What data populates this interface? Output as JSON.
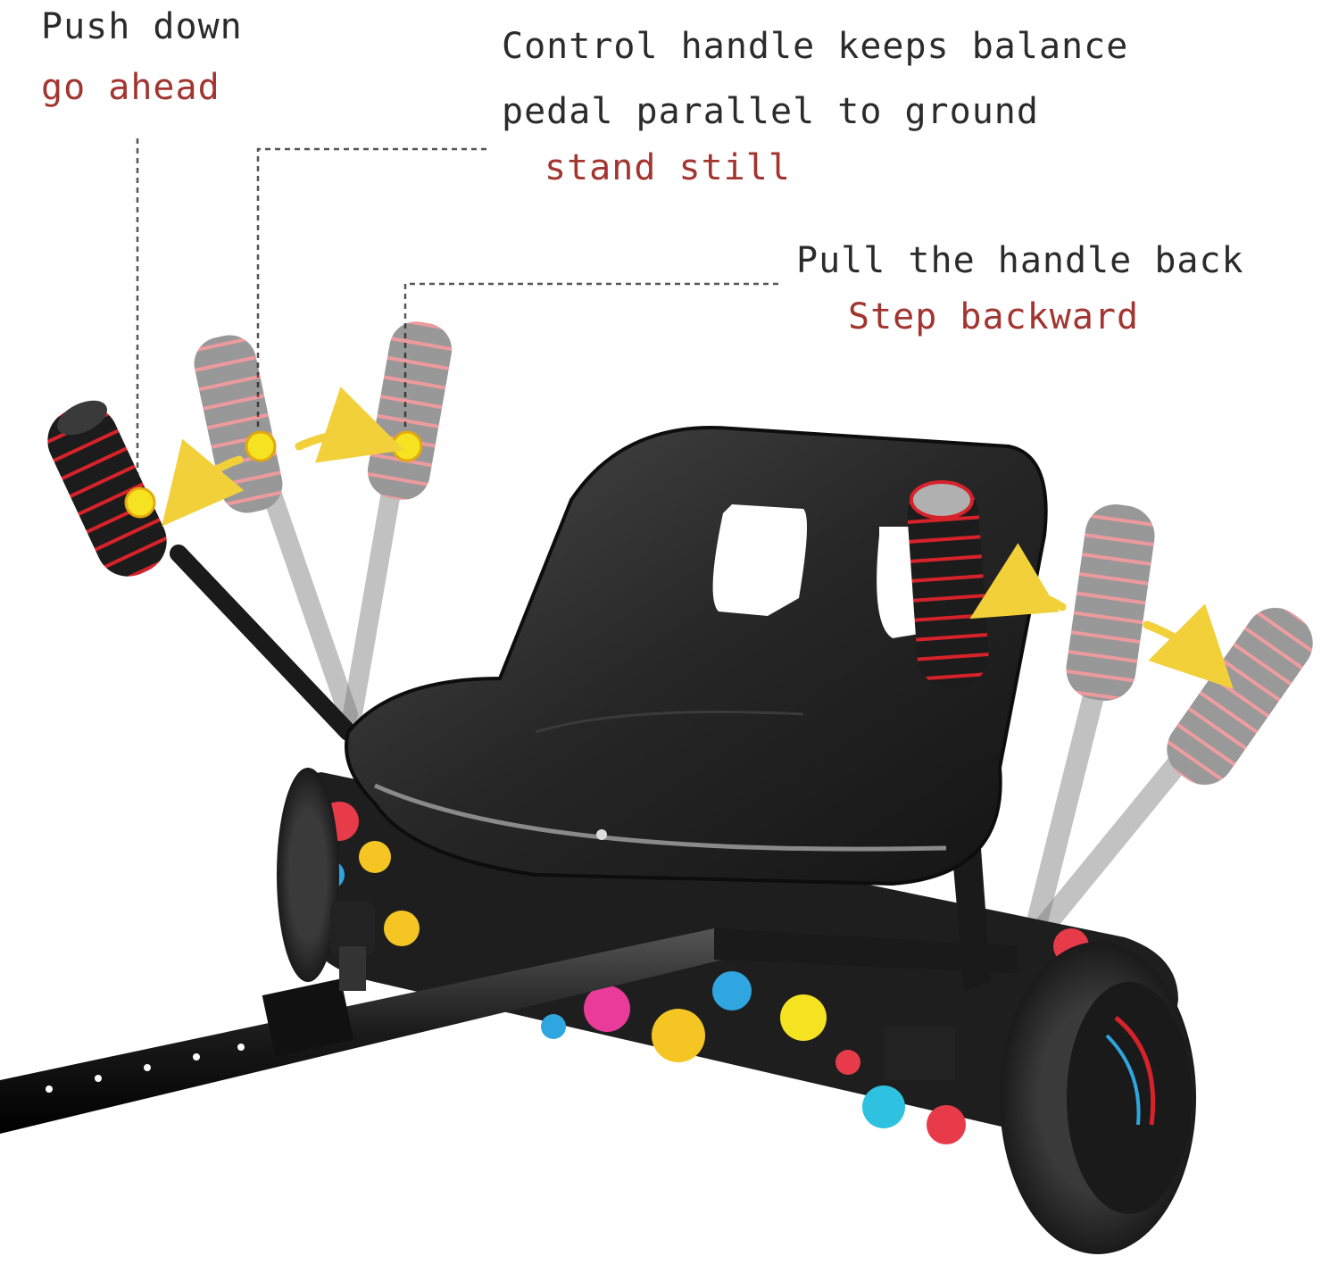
{
  "annotations": {
    "push_down": {
      "title": "Push down",
      "action": "go ahead"
    },
    "control_handle": {
      "line1": "Control handle keeps balance",
      "line2": "pedal parallel to ground",
      "action": "stand still"
    },
    "pull_back": {
      "title": "Pull the handle back",
      "action": "Step backward"
    }
  },
  "colors": {
    "label_text": "#2b2b2b",
    "action_text": "#a2352f",
    "pivot_dot": "#f5e322",
    "arrow": "#f2d03a",
    "grip_stripe": "#d8222a",
    "seat": "#2a2a2a"
  }
}
